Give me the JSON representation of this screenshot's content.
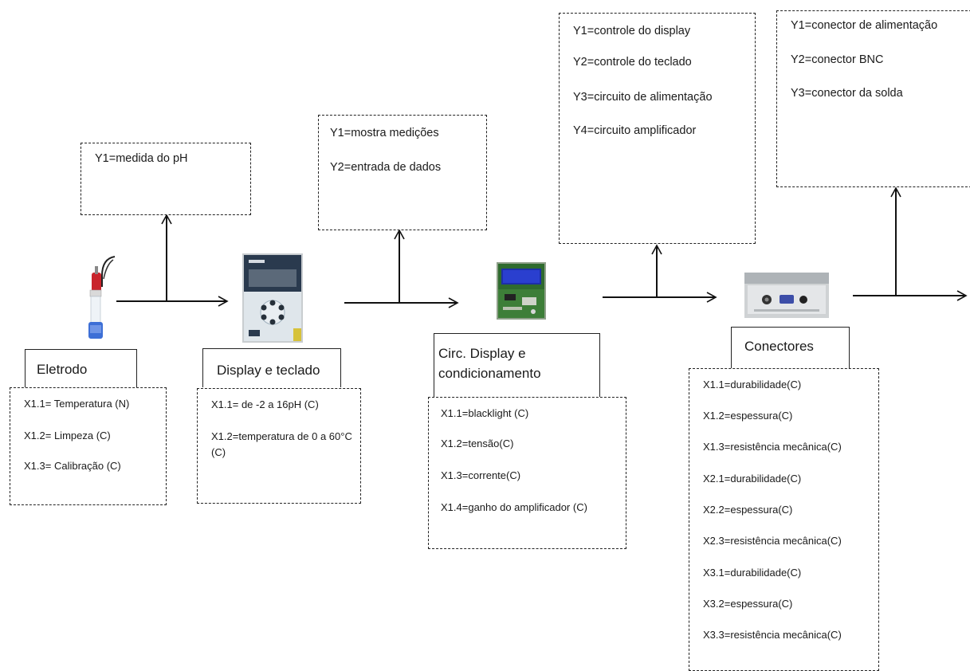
{
  "stages": [
    {
      "name": "Eletrodo",
      "outputs": [
        "Y1=medida do pH"
      ],
      "inputs": [
        "X1.1= Temperatura (N)",
        "X1.2= Limpeza (C)",
        "X1.3= Calibração (C)"
      ]
    },
    {
      "name": "Display e teclado",
      "outputs": [
        "Y1=mostra medições",
        "Y2=entrada de dados"
      ],
      "inputs": [
        "X1.1= de -2 a 16pH (C)",
        "X1.2=temperatura de 0 a 60°C (C)"
      ]
    },
    {
      "name": "Circ. Display e condicionamento",
      "outputs": [
        "Y1=controle do display",
        "Y2=controle do teclado",
        "Y3=circuito de alimentação",
        "Y4=circuito amplificador"
      ],
      "inputs": [
        "X1.1=blacklight  (C)",
        "X1.2=tensão(C)",
        "X1.3=corrente(C)",
        "X1.4=ganho do amplificador (C)"
      ]
    },
    {
      "name": "Conectores",
      "outputs": [
        "Y1=conector de alimentação",
        "Y2=conector BNC",
        "Y3=conector da solda"
      ],
      "inputs": [
        "X1.1=durabilidade(C)",
        "X1.2=espessura(C)",
        "X1.3=resistência mecânica(C)",
        "X2.1=durabilidade(C)",
        "X2.2=espessura(C)",
        "X2.3=resistência mecânica(C)",
        "X3.1=durabilidade(C)",
        "X3.2=espessura(C)",
        "X3.3=resistência mecânica(C)"
      ]
    }
  ],
  "images": [
    "ph-electrode",
    "display-keypad-panel",
    "lcd-circuit-board",
    "connector-enclosure"
  ]
}
